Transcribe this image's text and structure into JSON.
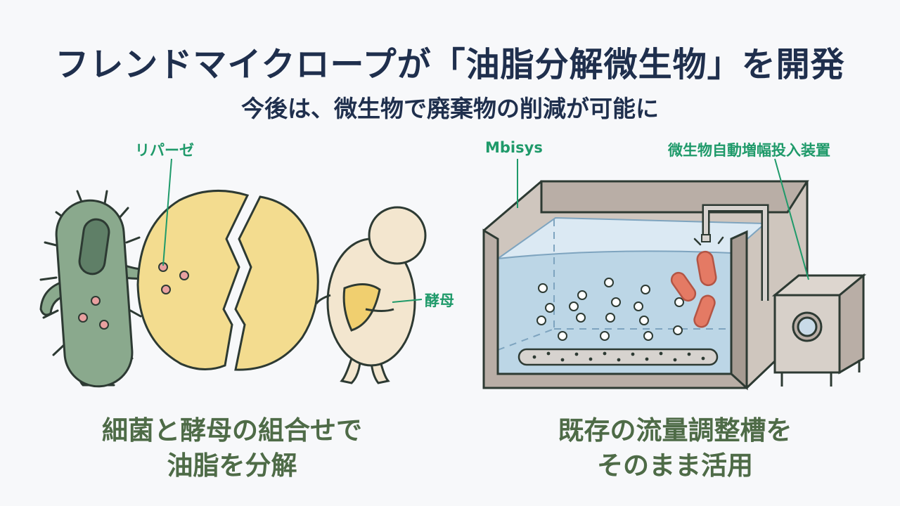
{
  "header": {
    "title": "フレンドマイクロープが「油脂分解微生物」を開発",
    "subtitle": "今後は、微生物で廃棄物の削減が可能に"
  },
  "left_panel": {
    "label_lipase": "リパーゼ",
    "label_yeast": "酵母",
    "caption_line1": "細菌と酵母の組合せで",
    "caption_line2": "油脂を分解"
  },
  "right_panel": {
    "label_mbisys": "Mbisys",
    "label_device": "微生物自動増幅投入装置",
    "caption_line1": "既存の流量調整槽を",
    "caption_line2": "そのまま活用"
  },
  "colors": {
    "title": "#1f2f4d",
    "caption": "#4e6b47",
    "label": "#1f9a6a",
    "bacteria": "#8aa98d",
    "oil": "#f3dc8f",
    "yeast": "#f3e6cf",
    "tank_frame": "#b9aea6",
    "water": "#bcd6e6",
    "rod_bacteria": "#e47a64"
  }
}
